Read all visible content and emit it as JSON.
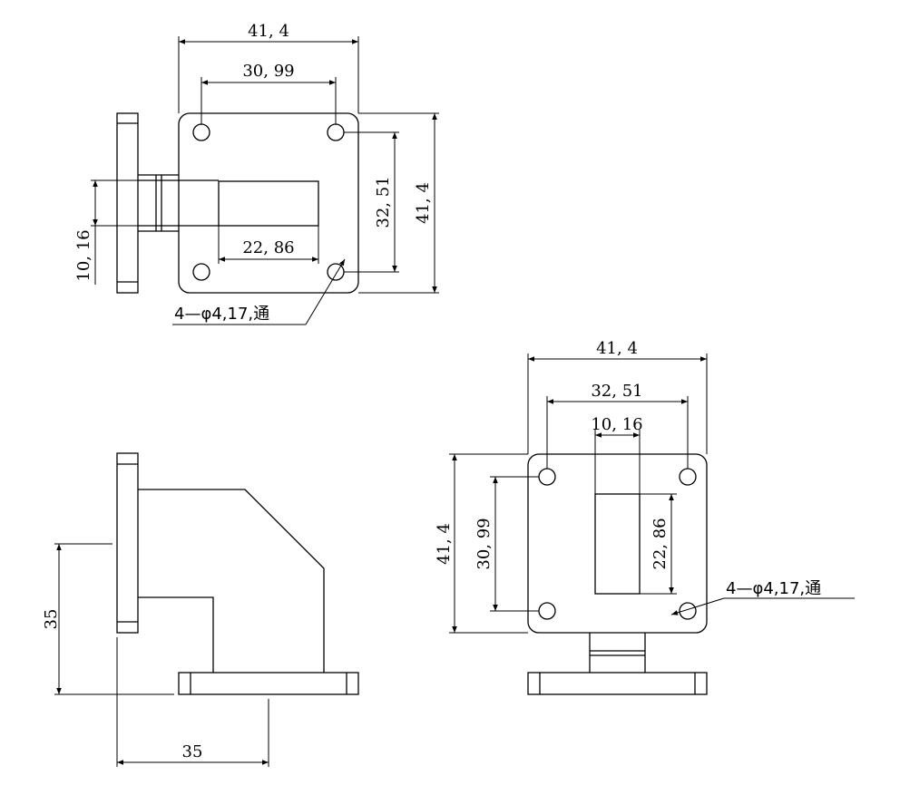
{
  "colors": {
    "line": "#000000",
    "background": "#ffffff"
  },
  "views": {
    "top": {
      "dims": {
        "overall_width": "41, 4",
        "hole_spacing_x": "30, 99",
        "hole_spacing_y": "32, 51",
        "overall_height": "41, 4",
        "opening_width": "22, 86",
        "opening_height": "10, 16"
      },
      "note": "4—φ4,17,通"
    },
    "side": {
      "dims": {
        "height": "35",
        "width": "35"
      }
    },
    "front": {
      "dims": {
        "overall_width": "41, 4",
        "hole_spacing_x": "32, 51",
        "opening_width": "10, 16",
        "overall_height": "41, 4",
        "hole_spacing_y": "30, 99",
        "opening_height": "22, 86"
      },
      "note": "4—φ4,17,通"
    }
  }
}
